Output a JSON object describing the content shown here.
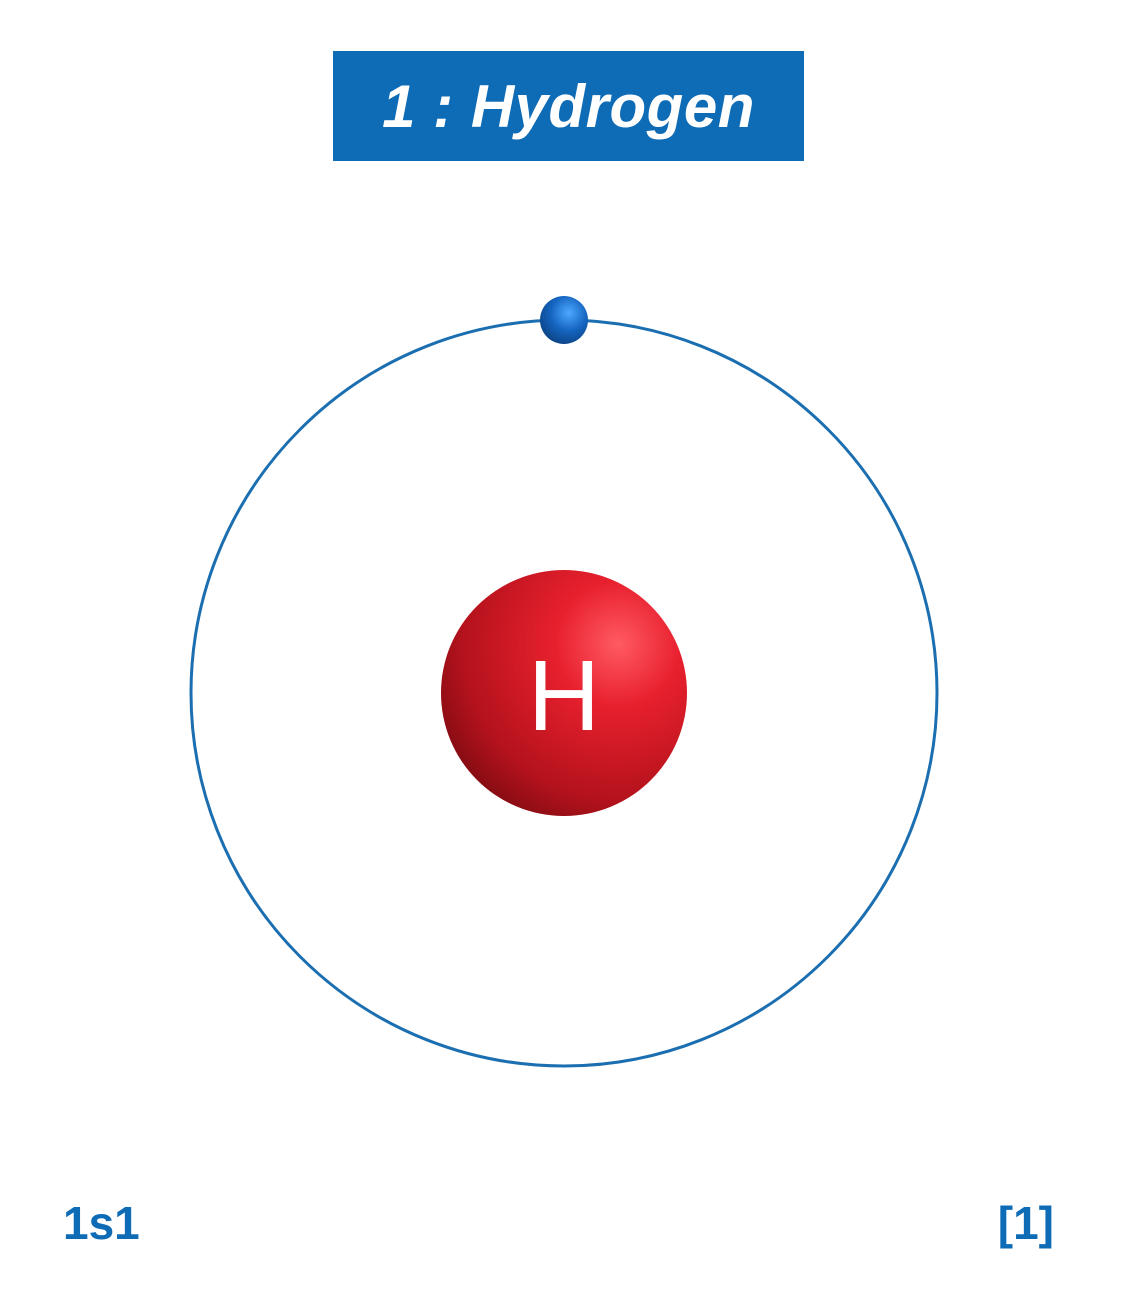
{
  "title": "1 : Hydrogen",
  "nucleus": {
    "symbol": "H",
    "color": "#e31d2b"
  },
  "shells": [
    {
      "electrons": 1
    }
  ],
  "electron_configuration": "1s1",
  "electrons_per_shell": "[1]",
  "colors": {
    "accent": "#0e6bb5",
    "banner_bg": "#0e6bb5",
    "orbit": "#1b6fb1",
    "electron": "#1565c0",
    "nucleus": "#e31d2b",
    "text_white": "#ffffff"
  }
}
